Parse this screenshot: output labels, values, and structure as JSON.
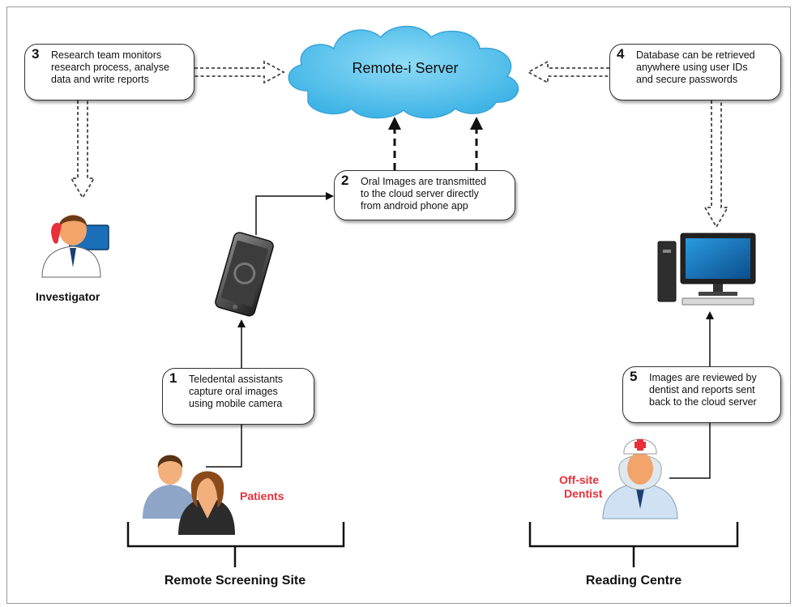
{
  "server": {
    "label": "Remote-i Server"
  },
  "steps": [
    {
      "num": "1",
      "text": "Teledental assistants\ncapture oral images\n using mobile camera"
    },
    {
      "num": "2",
      "text": "Oral Images are transmitted\nto the cloud server directly\nfrom android phone app"
    },
    {
      "num": "3",
      "text": "Research team monitors\nresearch process, analyse\ndata and write reports"
    },
    {
      "num": "4",
      "text": "Database can be retrieved\nanywhere using user IDs\nand secure passwords"
    },
    {
      "num": "5",
      "text": "Images are reviewed by\ndentist and reports sent\nback to the cloud server"
    }
  ],
  "actors": {
    "investigator": "Investigator",
    "patients": "Patients",
    "dentist_line1": "Off-site",
    "dentist_line2": "Dentist"
  },
  "sites": {
    "screening": "Remote Screening Site",
    "reading": "Reading Centre"
  },
  "colors": {
    "cloud": "#55c3ee",
    "accent_red": "#e8303a",
    "text": "#111111"
  }
}
